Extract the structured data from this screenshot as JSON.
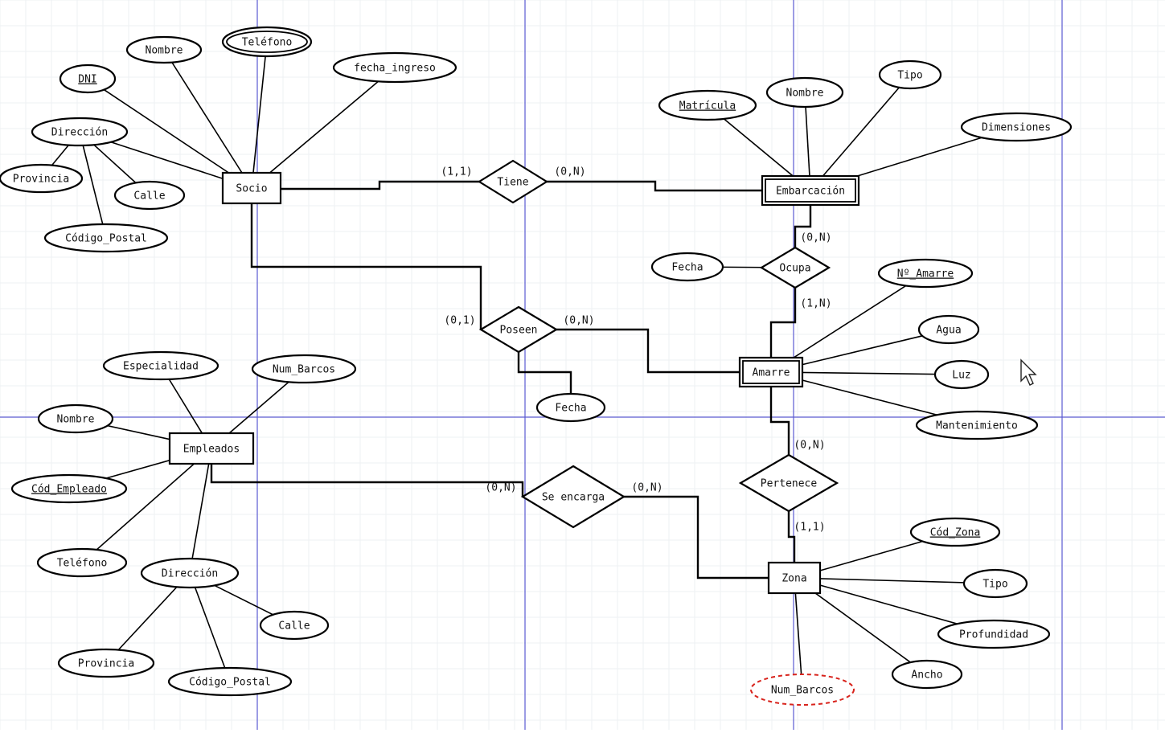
{
  "colors": {
    "guide": "#5b5bd1",
    "derived": "#d8231c",
    "stroke": "#000000",
    "background": "#ffffff"
  },
  "entities": [
    {
      "id": "socio",
      "label": "Socio",
      "weak": false
    },
    {
      "id": "embarcacion",
      "label": "Embarcación",
      "weak": true
    },
    {
      "id": "amarre",
      "label": "Amarre",
      "weak": true
    },
    {
      "id": "empleados",
      "label": "Empleados",
      "weak": false
    },
    {
      "id": "zona",
      "label": "Zona",
      "weak": false
    }
  ],
  "relationships": [
    {
      "id": "tiene",
      "label": "Tiene"
    },
    {
      "id": "ocupa",
      "label": "Ocupa"
    },
    {
      "id": "poseen",
      "label": "Poseen"
    },
    {
      "id": "pertenece",
      "label": "Pertenece"
    },
    {
      "id": "se_encarga",
      "label": "Se encarga"
    }
  ],
  "attributes": [
    {
      "id": "socio_nombre",
      "label": "Nombre",
      "owner": "socio",
      "key": false
    },
    {
      "id": "socio_telefono",
      "label": "Teléfono",
      "owner": "socio",
      "multivalued": true
    },
    {
      "id": "socio_dni",
      "label": "DNI",
      "owner": "socio",
      "key": true
    },
    {
      "id": "socio_fecha_ingreso",
      "label": "fecha_ingreso",
      "owner": "socio"
    },
    {
      "id": "socio_direccion",
      "label": "Dirección",
      "owner": "socio",
      "composite": true
    },
    {
      "id": "socio_provincia",
      "label": "Provincia",
      "owner": "socio_direccion"
    },
    {
      "id": "socio_calle",
      "label": "Calle",
      "owner": "socio_direccion"
    },
    {
      "id": "socio_codigo_postal",
      "label": "Código_Postal",
      "owner": "socio_direccion"
    },
    {
      "id": "emb_matricula",
      "label": "Matrícula",
      "owner": "embarcacion",
      "key": true
    },
    {
      "id": "emb_nombre",
      "label": "Nombre",
      "owner": "embarcacion"
    },
    {
      "id": "emb_tipo",
      "label": "Tipo",
      "owner": "embarcacion"
    },
    {
      "id": "emb_dimensiones",
      "label": "Dimensiones",
      "owner": "embarcacion"
    },
    {
      "id": "ocupa_fecha",
      "label": "Fecha",
      "owner": "ocupa"
    },
    {
      "id": "am_n_amarre",
      "label": "Nº_Amarre",
      "owner": "amarre",
      "key": true
    },
    {
      "id": "am_agua",
      "label": "Agua",
      "owner": "amarre"
    },
    {
      "id": "am_luz",
      "label": "Luz",
      "owner": "amarre"
    },
    {
      "id": "am_mantenimiento",
      "label": "Mantenimiento",
      "owner": "amarre"
    },
    {
      "id": "poseen_fecha",
      "label": "Fecha",
      "owner": "poseen"
    },
    {
      "id": "emp_especialidad",
      "label": "Especialidad",
      "owner": "empleados"
    },
    {
      "id": "emp_num_barcos",
      "label": "Num_Barcos",
      "owner": "empleados"
    },
    {
      "id": "emp_nombre",
      "label": "Nombre",
      "owner": "empleados"
    },
    {
      "id": "emp_cod_empleado",
      "label": "Cód_Empleado",
      "owner": "empleados",
      "key": true
    },
    {
      "id": "emp_telefono",
      "label": "Teléfono",
      "owner": "empleados"
    },
    {
      "id": "emp_direccion",
      "label": "Dirección",
      "owner": "empleados",
      "composite": true
    },
    {
      "id": "emp_calle",
      "label": "Calle",
      "owner": "emp_direccion"
    },
    {
      "id": "emp_provincia",
      "label": "Provincia",
      "owner": "emp_direccion"
    },
    {
      "id": "emp_codigo_postal",
      "label": "Código_Postal",
      "owner": "emp_direccion"
    },
    {
      "id": "zona_cod_zona",
      "label": "Cód_Zona",
      "owner": "zona",
      "key": true
    },
    {
      "id": "zona_tipo",
      "label": "Tipo",
      "owner": "zona"
    },
    {
      "id": "zona_profundidad",
      "label": "Profundidad",
      "owner": "zona"
    },
    {
      "id": "zona_ancho",
      "label": "Ancho",
      "owner": "zona"
    },
    {
      "id": "zona_num_barcos",
      "label": "Num_Barcos",
      "owner": "zona",
      "derived": true
    }
  ],
  "cardinalities": [
    {
      "id": "c_socio_tiene",
      "label": "(1,1)"
    },
    {
      "id": "c_tiene_emb",
      "label": "(0,N)"
    },
    {
      "id": "c_emb_ocupa",
      "label": "(0,N)"
    },
    {
      "id": "c_ocupa_amarre",
      "label": "(1,N)"
    },
    {
      "id": "c_socio_poseen",
      "label": "(0,1)"
    },
    {
      "id": "c_poseen_amarre",
      "label": "(0,N)"
    },
    {
      "id": "c_amarre_pertenece",
      "label": "(0,N)"
    },
    {
      "id": "c_pertenece_zona",
      "label": "(1,1)"
    },
    {
      "id": "c_emp_encarga",
      "label": "(0,N)"
    },
    {
      "id": "c_encarga_zona",
      "label": "(0,N)"
    }
  ]
}
